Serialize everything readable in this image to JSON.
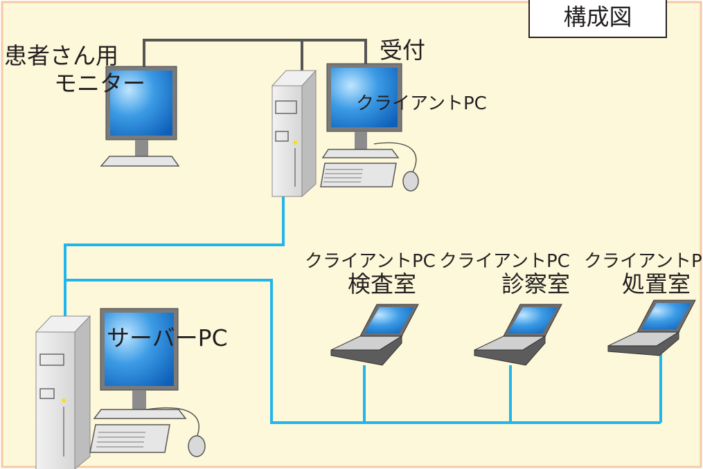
{
  "title": "構成図",
  "patient_monitor": {
    "line1": "患者さん用",
    "line2": "モニター"
  },
  "reception": {
    "label": "受付",
    "client_label": "クライアントPC"
  },
  "server": {
    "label": "サーバーPC"
  },
  "laptops": [
    {
      "client_label": "クライアントPC",
      "room": "検査室"
    },
    {
      "client_label": "クライアントPC",
      "room": "診察室"
    },
    {
      "client_label": "クライアントPC",
      "room": "処置室"
    }
  ],
  "colors": {
    "background": "#fdf8d9",
    "border": "#f5c9a4",
    "network_line": "#20b6ec",
    "monitor_cable": "#555555",
    "screen": "#1f86d8"
  }
}
